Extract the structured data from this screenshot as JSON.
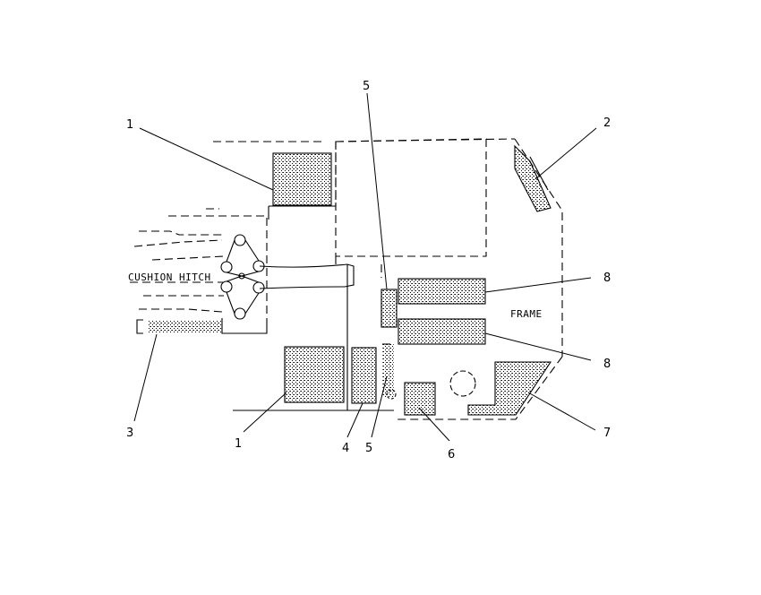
{
  "labels": {
    "cushion_hitch": "CUSHION HITCH",
    "frame": "FRAME"
  },
  "callouts": {
    "c1_upper": "1",
    "c2": "2",
    "c5_upper": "5",
    "c8_upper": "8",
    "c8_lower": "8",
    "c7": "7",
    "c3": "3",
    "c1_lower": "1",
    "c4": "4",
    "c5_lower": "5",
    "c6": "6"
  },
  "colors": {
    "line": "#000000",
    "background": "#ffffff",
    "stipple": "#000000"
  }
}
